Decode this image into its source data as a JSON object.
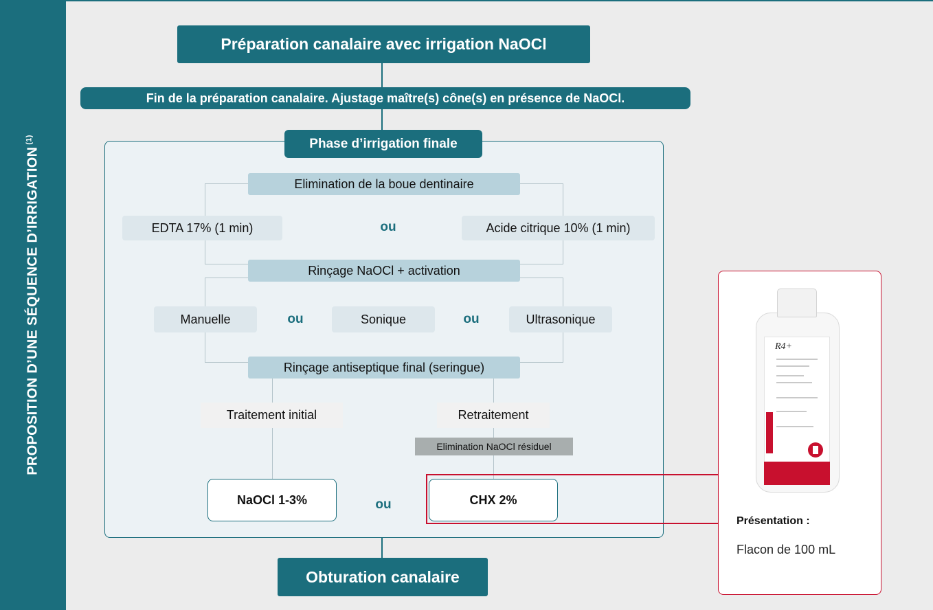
{
  "sidebar": {
    "title": "PROPOSITION D’UNE SÉQUENCE D’IRRIGATION",
    "ref": "(1)"
  },
  "steps": {
    "prep": "Préparation canalaire avec irrigation NaOCl",
    "fin": "Fin de la préparation canalaire. Ajustage maître(s) cône(s) en présence de NaOCl.",
    "phase": "Phase d’irrigation finale",
    "obturation": "Obturation canalaire"
  },
  "smear": {
    "title": "Elimination de la boue dentinaire",
    "option_a": "EDTA 17% (1 min)",
    "option_b": "Acide citrique 10% (1 min)",
    "or": "ou"
  },
  "rinse": {
    "title": "Rinçage NaOCl + activation",
    "options": [
      "Manuelle",
      "Sonique",
      "Ultrasonique"
    ],
    "or": "ou"
  },
  "final_rinse": {
    "title": "Rinçage antiseptique final (seringue)",
    "initial": "Traitement initial",
    "retreatment": "Retraitement",
    "retreatment_note": "Elimination NaOCl résiduel",
    "agent_initial": "NaOCl 1-3%",
    "agent_retreatment": "CHX 2%",
    "or": "ou"
  },
  "product": {
    "label_brand": "R4+",
    "presentation_label": "Présentation :",
    "presentation_value": "Flacon de 100 mL"
  },
  "colors": {
    "teal": "#1b6e7d",
    "light_blue": "#b7d2dc",
    "red": "#c8102e"
  }
}
